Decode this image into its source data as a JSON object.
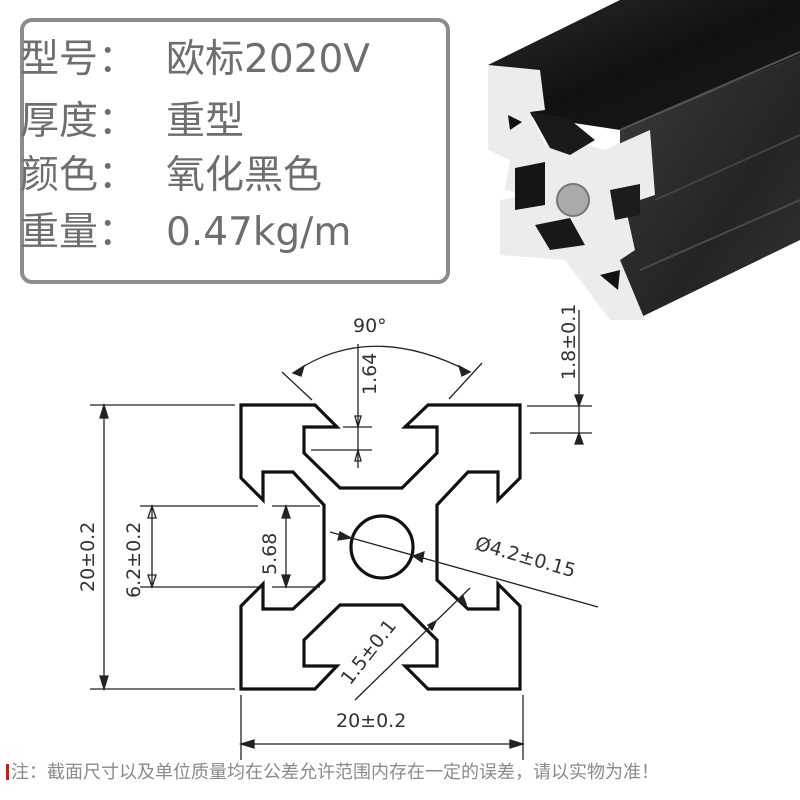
{
  "specs": [
    {
      "label": "型号：",
      "value": "欧标2020V"
    },
    {
      "label": "厚度：",
      "value": "重型"
    },
    {
      "label": "颜色：",
      "value": "氧化黑色"
    },
    {
      "label": "重量：",
      "value": "0.47kg/m"
    }
  ],
  "drawing": {
    "angle": "90°",
    "slot_depth": "1.64",
    "slot_lip": "1.8±0.1",
    "height": "20±0.2",
    "width": "20±0.2",
    "slot_opening": "6.2±0.2",
    "inner_slot": "5.68",
    "center_hole": "Ø4.2±0.15",
    "wall_thickness": "1.5±0.1"
  },
  "note": {
    "text": "注：截面尺寸以及单位质量均在公差允许范围内存在一定的误差，请以实物为准！",
    "marker_color": "#e01010"
  },
  "colors": {
    "box_border": "#8c8c8c",
    "text": "#6e6e6e",
    "profile_dark": "#1e1e1e",
    "profile_cut": "#e8e8e8"
  }
}
